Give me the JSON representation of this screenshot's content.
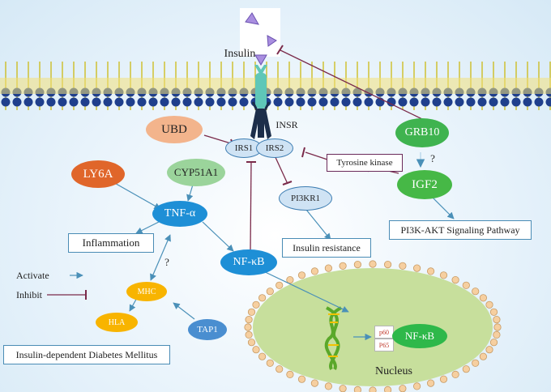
{
  "labels": {
    "insulin": "Insulin",
    "insr": "INSR",
    "irs1": "IRS1",
    "irs2": "IRS2",
    "ubd": "UBD",
    "grb10": "GRB10",
    "igf2": "IGF2",
    "tyrosine_kinase": "Tyrosine kinase",
    "ly6a": "LY6A",
    "cyp51a1": "CYP51A1",
    "tnf": "TNF-α",
    "pi3kr1": "PI3KR1",
    "inflammation": "Inflammation",
    "insulin_resistance": "Insulin resistance",
    "pi3k_akt": "PI3K-AKT Signaling Pathway",
    "nfkb": "NF-κB",
    "nfkb_nucleus": "NF-κB",
    "p60": "p60",
    "p65": "P65",
    "mhc": "MHC",
    "hla": "HLA",
    "tap1": "TAP1",
    "iddm": "Insulin-dependent Diabetes Mellitus",
    "nucleus": "Nucleus",
    "question_1": "?",
    "question_2": "?"
  },
  "legend": {
    "activate": "Activate",
    "inhibit": "Inhibit"
  },
  "colors": {
    "activate_arrow": "#4a90b8",
    "inhibit_line": "#7a2a4a",
    "ubd": "#f3b48c",
    "grb10": "#3fb34f",
    "igf2": "#46b846",
    "ly6a": "#e0662a",
    "cyp51a1": "#9bd49b",
    "tnf": "#1e8fd6",
    "nfkb": "#1e8fd6",
    "pi3kr1": "#cfe3f4",
    "irs": "#cfe3f4",
    "mhc": "#f8b400",
    "hla": "#f8b400",
    "tap1": "#4a8ed0",
    "nucleus": "#c7df9c",
    "membrane": "#1f3f8c",
    "insulin": "#a98ee0",
    "receptor": "#1c2e4a"
  }
}
